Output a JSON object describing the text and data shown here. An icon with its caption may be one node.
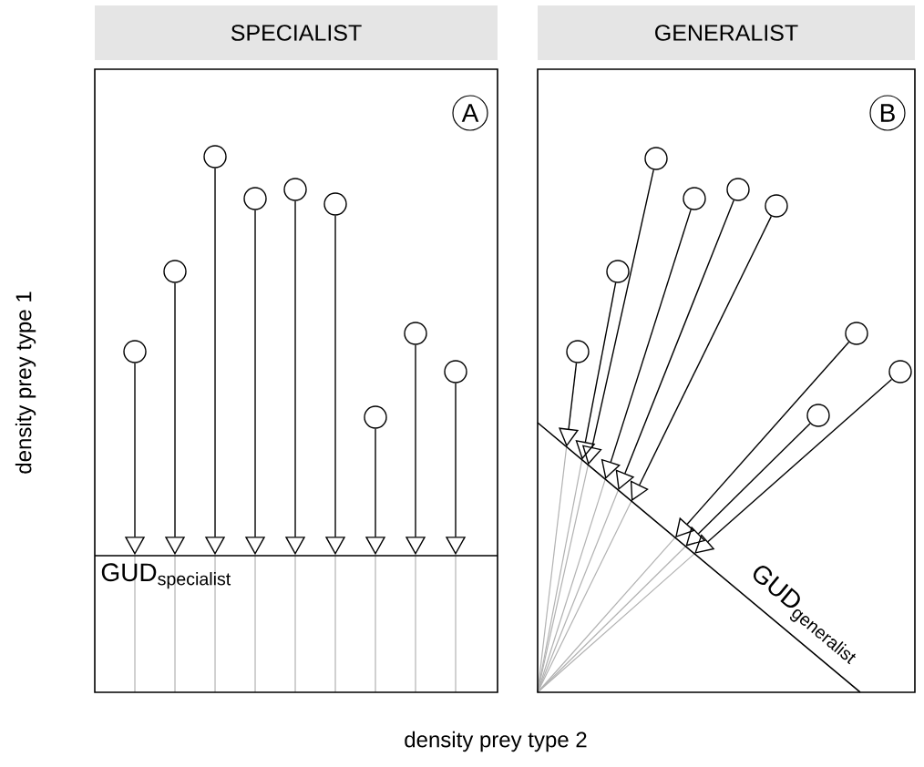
{
  "diagram": {
    "nodes": [
      {
        "text": [
          "SPECIALIST"
        ]
      },
      {
        "text": [
          "A"
        ],
        "in": 0
      },
      {
        "text": [],
        "shape": "circle",
        "in": 0
      },
      {
        "text": [],
        "shape": "circle",
        "in": 0
      },
      {
        "text": [],
        "shape": "circle",
        "in": 0
      },
      {
        "text": [],
        "shape": "circle",
        "in": 0
      },
      {
        "text": [],
        "shape": "circle",
        "in": 0
      },
      {
        "text": [],
        "shape": "circle",
        "in": 0
      },
      {
        "text": [],
        "shape": "circle",
        "in": 0
      },
      {
        "text": [],
        "shape": "circle",
        "in": 0
      },
      {
        "text": [],
        "shape": "circle",
        "in": 0
      },
      {
        "text": [
          "\\text{GUD}_{\\text{specialist}}"
        ],
        "in": 0
      },
      {
        "text": [
          "GENERALIST"
        ]
      },
      {
        "text": [
          "B"
        ],
        "in": 12
      },
      {
        "text": [],
        "shape": "circle",
        "in": 12
      },
      {
        "text": [],
        "shape": "circle",
        "in": 12
      },
      {
        "text": [],
        "shape": "circle",
        "in": 12
      },
      {
        "text": [],
        "shape": "circle",
        "in": 12
      },
      {
        "text": [],
        "shape": "circle",
        "in": 12
      },
      {
        "text": [],
        "shape": "circle",
        "in": 12
      },
      {
        "text": [],
        "shape": "circle",
        "in": 12
      },
      {
        "text": [],
        "shape": "circle",
        "in": 12
      },
      {
        "text": [],
        "shape": "circle",
        "in": 12
      },
      {
        "text": [
          "\\text{GUD}_{\\text{generalist}}"
        ],
        "in": 12
      }
    ],
    "edges": [
      {
        "from": 2,
        "to": 11,
        "arrow": "to"
      },
      {
        "from": 3,
        "to": 11,
        "arrow": "to"
      },
      {
        "from": 4,
        "to": 11,
        "arrow": "to"
      },
      {
        "from": 5,
        "to": 11,
        "arrow": "to"
      },
      {
        "from": 6,
        "to": 11,
        "arrow": "to"
      },
      {
        "from": 7,
        "to": 11,
        "arrow": "to"
      },
      {
        "from": 8,
        "to": 11,
        "arrow": "to"
      },
      {
        "from": 9,
        "to": 11,
        "arrow": "to"
      },
      {
        "from": 10,
        "to": 11,
        "arrow": "to"
      },
      {
        "from": 14,
        "to": 23,
        "arrow": "to"
      },
      {
        "from": 15,
        "to": 23,
        "arrow": "to"
      },
      {
        "from": 16,
        "to": 23,
        "arrow": "to"
      },
      {
        "from": 17,
        "to": 23,
        "arrow": "to"
      },
      {
        "from": 18,
        "to": 23,
        "arrow": "to"
      },
      {
        "from": 19,
        "to": 23,
        "arrow": "to"
      },
      {
        "from": 20,
        "to": 23,
        "arrow": "to"
      },
      {
        "from": 21,
        "to": 23,
        "arrow": "to"
      },
      {
        "from": 22,
        "to": 23,
        "arrow": "to"
      }
    ],
    "labels": [
      "density prey type 1",
      "density prey type 2"
    ]
  }
}
